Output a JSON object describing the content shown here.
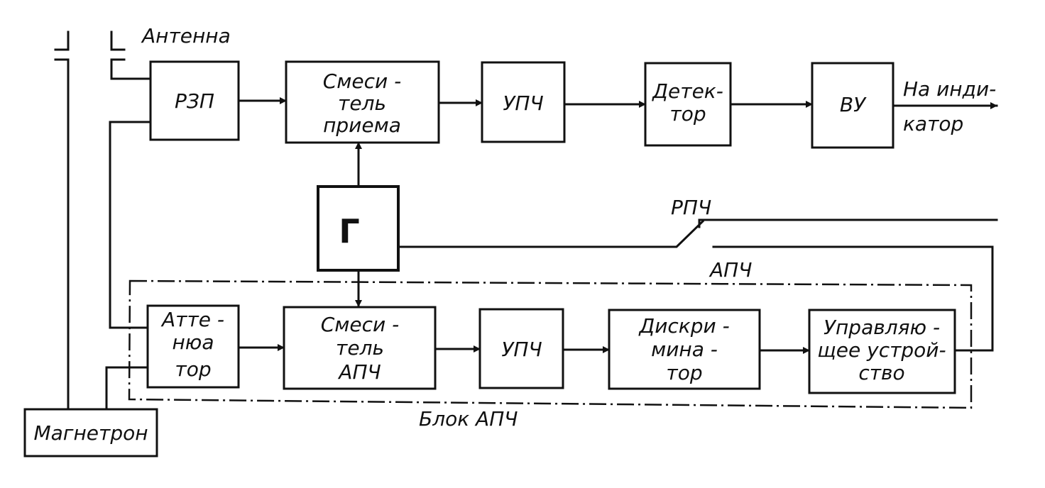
{
  "blocks": {
    "rzp": [
      "РЗП"
    ],
    "mixer_rx": [
      "Смеси -",
      "тель",
      "приема"
    ],
    "upch_top": [
      "УПЧ"
    ],
    "detector": [
      "Детек-",
      "тор"
    ],
    "vu": [
      "ВУ"
    ],
    "g": [
      "Г"
    ],
    "attenuator": [
      "Атте -",
      "нюа",
      "тор"
    ],
    "mixer_apch": [
      "Смеси -",
      "тель",
      "АПЧ"
    ],
    "upch_bottom": [
      "УПЧ"
    ],
    "discriminator": [
      "Дискри -",
      "мина -",
      "тор"
    ],
    "control": [
      "Управляю -",
      "щее устрой-",
      "ство"
    ],
    "magnetron": [
      "Магнетрон"
    ]
  },
  "labels": {
    "antenna": "Антенна",
    "output": [
      "На инди-",
      "катор"
    ],
    "rpch": "РПЧ",
    "apch": "АПЧ",
    "apch_block": "Блок АПЧ"
  }
}
